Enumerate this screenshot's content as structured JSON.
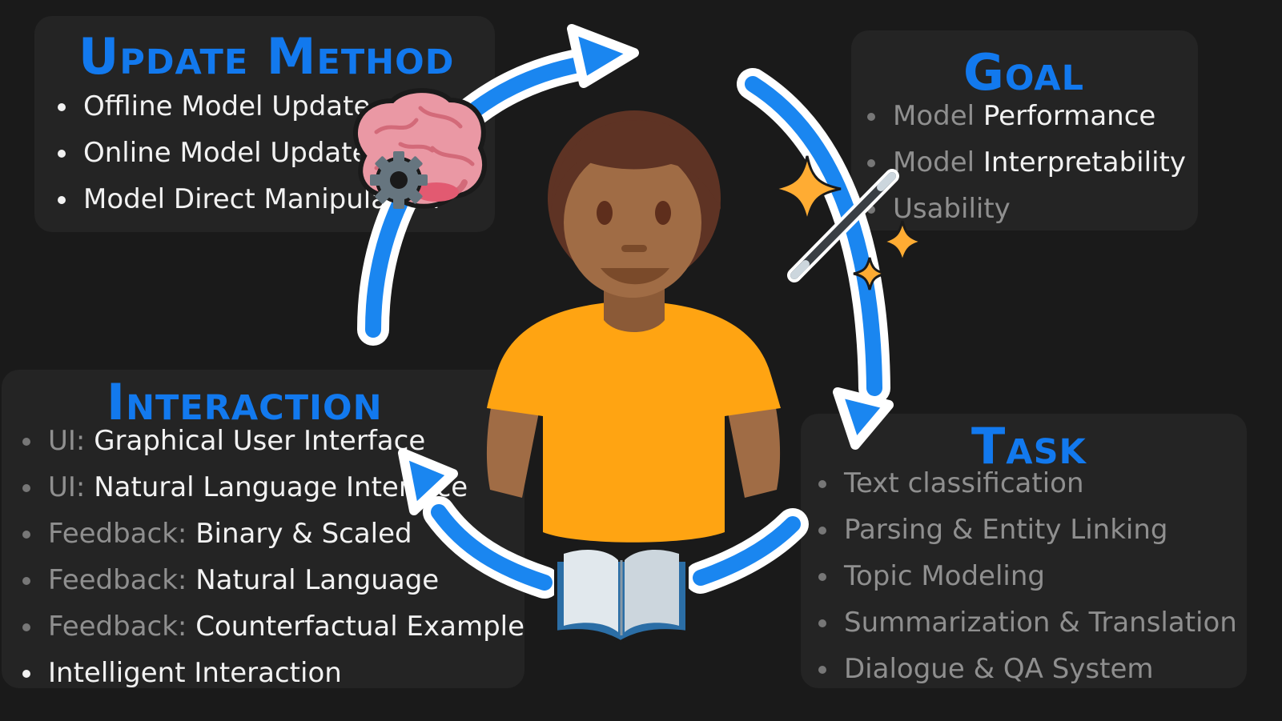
{
  "update_method": {
    "title": "Update Method",
    "items": [
      {
        "text": "Offline Model Update"
      },
      {
        "text": "Online Model Update"
      },
      {
        "text": "Model Direct Manipulation"
      }
    ]
  },
  "goal": {
    "title": "Goal",
    "items": [
      {
        "prefix": "Model ",
        "text": "Performance"
      },
      {
        "prefix": "Model ",
        "text": "Interpretability"
      },
      {
        "prefix": "",
        "text": "Usability"
      }
    ]
  },
  "interaction": {
    "title": "Interaction",
    "items": [
      {
        "prefix": "UI: ",
        "text": "Graphical User Interface"
      },
      {
        "prefix": "UI: ",
        "text": "Natural Language Interface"
      },
      {
        "prefix": "Feedback: ",
        "text": "Binary & Scaled"
      },
      {
        "prefix": "Feedback: ",
        "text": "Natural Language"
      },
      {
        "prefix": "Feedback: ",
        "text": "Counterfactual Example"
      },
      {
        "prefix": "",
        "text": "Intelligent Interaction"
      }
    ]
  },
  "task": {
    "title": "Task",
    "items": [
      {
        "text": "Text classification"
      },
      {
        "text": "Parsing & Entity Linking"
      },
      {
        "text": "Topic Modeling"
      },
      {
        "text": "Summarization & Translation"
      },
      {
        "text": "Dialogue & QA System"
      }
    ]
  },
  "icons": {
    "center": "person-icon",
    "top_left": "brain-gear-icon",
    "top_right": "magic-wand-sparkles-icon",
    "bottom": "open-book-icon"
  },
  "colors": {
    "background": "#1a1a1a",
    "panel": "#242424",
    "accent": "#1279ee",
    "arrow": "#1a86f0",
    "shirt": "#ffa412",
    "skin": "#a06c45",
    "hair": "#5e3324"
  }
}
